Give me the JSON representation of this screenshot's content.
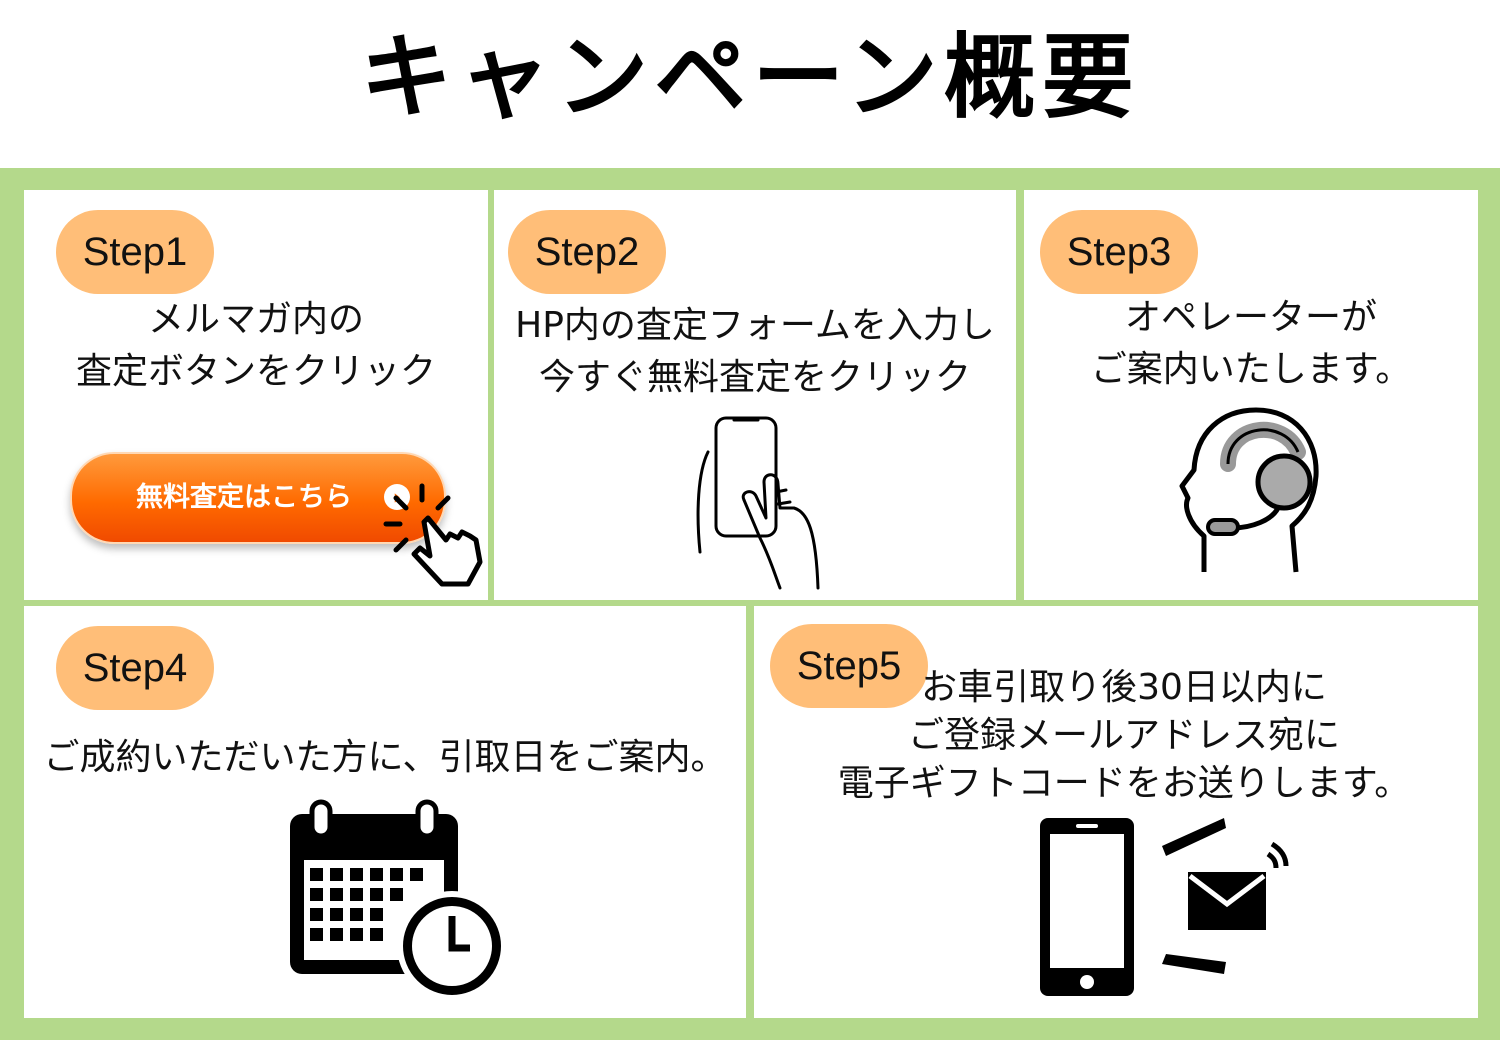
{
  "title": "キャンペーン概要",
  "colors": {
    "frame": "#b4d98b",
    "badge": "#ffbe78",
    "button": "#ff6a00"
  },
  "steps": [
    {
      "label": "Step1",
      "lines": [
        "メルマガ内の",
        "査定ボタンをクリック"
      ],
      "button_label": "無料査定はこちら",
      "icon": "click-hand-icon"
    },
    {
      "label": "Step2",
      "lines": [
        "HP内の査定フォームを入力し",
        "今すぐ無料査定をクリック"
      ],
      "icon": "smartphone-hand-icon"
    },
    {
      "label": "Step3",
      "lines": [
        "オペレーターが",
        "ご案内いたします。"
      ],
      "icon": "operator-headset-icon"
    },
    {
      "label": "Step4",
      "lines": [
        "ご成約いただいた方に、引取日をご案内。"
      ],
      "icon": "calendar-clock-icon"
    },
    {
      "label": "Step5",
      "lines": [
        "お車引取り後30日以内に",
        "ご登録メールアドレス宛に",
        "電子ギフトコードをお送りします。"
      ],
      "icon": "phone-mail-icon"
    }
  ]
}
